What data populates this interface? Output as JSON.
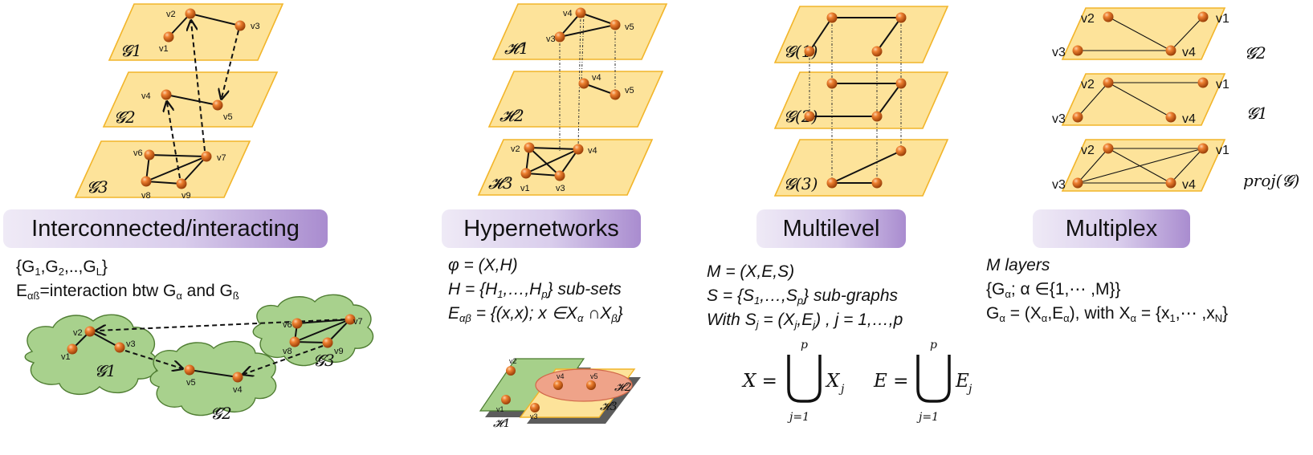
{
  "panels": {
    "interconnected": {
      "title": "Interconnected/interacting",
      "line1_main": "{G",
      "line1_s1": "1",
      "line1_mid": ",G",
      "line1_s2": "2",
      "line1_mid2": ",..,G",
      "line1_s3": "L",
      "line1_end": "}",
      "line2_main": "E",
      "line2_s1": "αß",
      "line2_mid": "=interaction btw G",
      "line2_s2": "α",
      "line2_and": " and G",
      "line2_s3": "ß",
      "layers": [
        "𝓖1",
        "𝓖2",
        "𝓖3"
      ],
      "nodes": [
        "v1",
        "v2",
        "v3",
        "v4",
        "v5",
        "v6",
        "v7",
        "v8",
        "v9"
      ]
    },
    "hypernetworks": {
      "title": "Hypernetworks",
      "line1": "φ = (X,H)",
      "line2_main": "H = {H",
      "line2_s1": "1",
      "line2_mid": ",…,H",
      "line2_s2": "p",
      "line2_end": "} sub-sets",
      "line3_main": "E",
      "line3_s1": "αβ",
      "line3_mid": " = {(x,x); x ∈X",
      "line3_s2": "α",
      "line3_cap": " ∩X",
      "line3_s3": "β",
      "line3_end": "}",
      "layers": [
        "𝓗1",
        "𝓗2",
        "𝓗3"
      ]
    },
    "multilevel": {
      "title": "Multilevel",
      "line1": "M = (X,E,S)",
      "line2_main": "S = {S",
      "line2_s1": "1",
      "line2_mid": ",…,S",
      "line2_s2": "p",
      "line2_end": "}  sub-graphs",
      "line3_main": "With S",
      "line3_s1": "j",
      "line3_mid": " = (X",
      "line3_s2": "j",
      "line3_comma": ",E",
      "line3_s3": "j",
      "line3_end": ") , j = 1,…,p",
      "formula_left": "X =",
      "formula_right": "E =",
      "formula_upper": "p",
      "formula_lower": "j=1",
      "formula_term_x": "X",
      "formula_term_e": "E",
      "formula_sub": "j",
      "layers": [
        "𝓖(1)",
        "𝓖(2)",
        "𝓖(3)"
      ]
    },
    "multiplex": {
      "title": "Multiplex",
      "line1": "M layers",
      "line2_main": "{G",
      "line2_s1": "α",
      "line2_end": "; α ∈{1,⋯ ,M}}",
      "line3_main": "G",
      "line3_s1": "α",
      "line3_mid": " = (X",
      "line3_s2": "α",
      "line3_comma": ",E",
      "line3_s3": "α",
      "line3_with": "), with X",
      "line3_s4": "α",
      "line3_set": " = {x",
      "line3_s5": "1",
      "line3_dots": ",⋯ ,x",
      "line3_s6": "N",
      "line3_end": "}",
      "layers": [
        "𝓖2",
        "𝓖1",
        "proj(𝓖)"
      ]
    }
  },
  "colors": {
    "layer_fill": "#fde39a",
    "layer_border": "#f2b52a",
    "node": "#d4651a",
    "cloud": "#a8d18d",
    "title_gradient_end": "#a98ccf"
  }
}
